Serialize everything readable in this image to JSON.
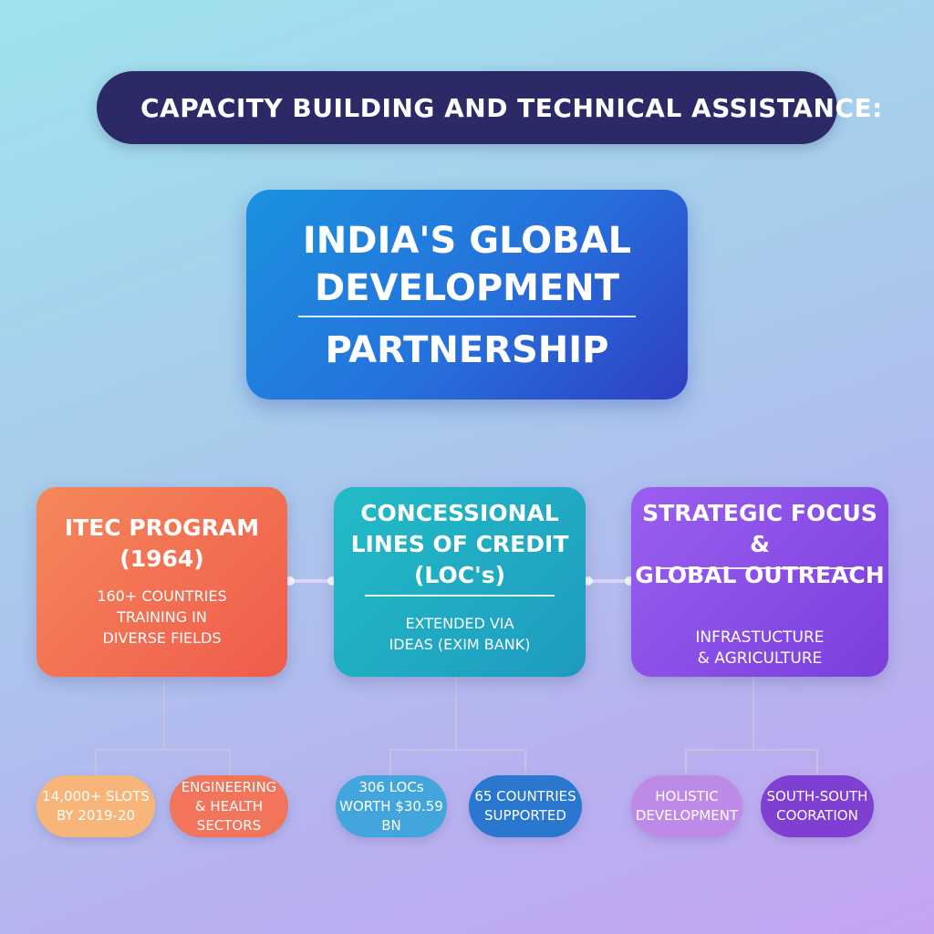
{
  "header": {
    "icon": "bank-building-icon",
    "title": "CAPACITY BUILDING AND TECHNICAL ASSISTANCE:"
  },
  "center": {
    "line1": "INDIA'S GLOBAL",
    "line2": "DEVELOPMENT",
    "line3": "PARTNERSHIP"
  },
  "cards": [
    {
      "title1": "ITEC PROGRAM",
      "title2": "(1964)",
      "sub1": "160+ COUNTRIES",
      "sub2": "TRAINING IN",
      "sub3": "DIVERSE FIELDS",
      "children": [
        {
          "line1": "14,000+ SLOTS",
          "line2": "BY 2019-20"
        },
        {
          "line1": "ENGINEERING",
          "line2": "& HEALTH SECTORS"
        }
      ]
    },
    {
      "title1": "CONCESSIONAL",
      "title2": "LINES OF CREDIT",
      "title3": "(LOC's)",
      "sub1": "EXTENDED VIA",
      "sub2": "IDEAS (EXIM BANK)",
      "children": [
        {
          "line1": "306 LOCs",
          "line2": "WORTH $30.59 BN"
        },
        {
          "line1": "65 COUNTRIES",
          "line2": "SUPPORTED"
        }
      ]
    },
    {
      "title1": "STRATEGIC FOCUS &",
      "title2": "GLOBAL OUTREACH",
      "sub1": "INFRASTUCTURE",
      "sub2": "& AGRICULTURE",
      "children": [
        {
          "line1": "HOLISTIC",
          "line2": "DEVELOPMENT"
        },
        {
          "line1": "SOUTH-SOUTH",
          "line2": "COORATION"
        }
      ]
    }
  ],
  "colors": {
    "header_bg": "#2b2a66",
    "center_bg": "#2670dc",
    "card1": "#f05b4c",
    "card2": "#1e9bc0",
    "card3": "#7a3fdc",
    "icon_gold": "#f2b233"
  }
}
